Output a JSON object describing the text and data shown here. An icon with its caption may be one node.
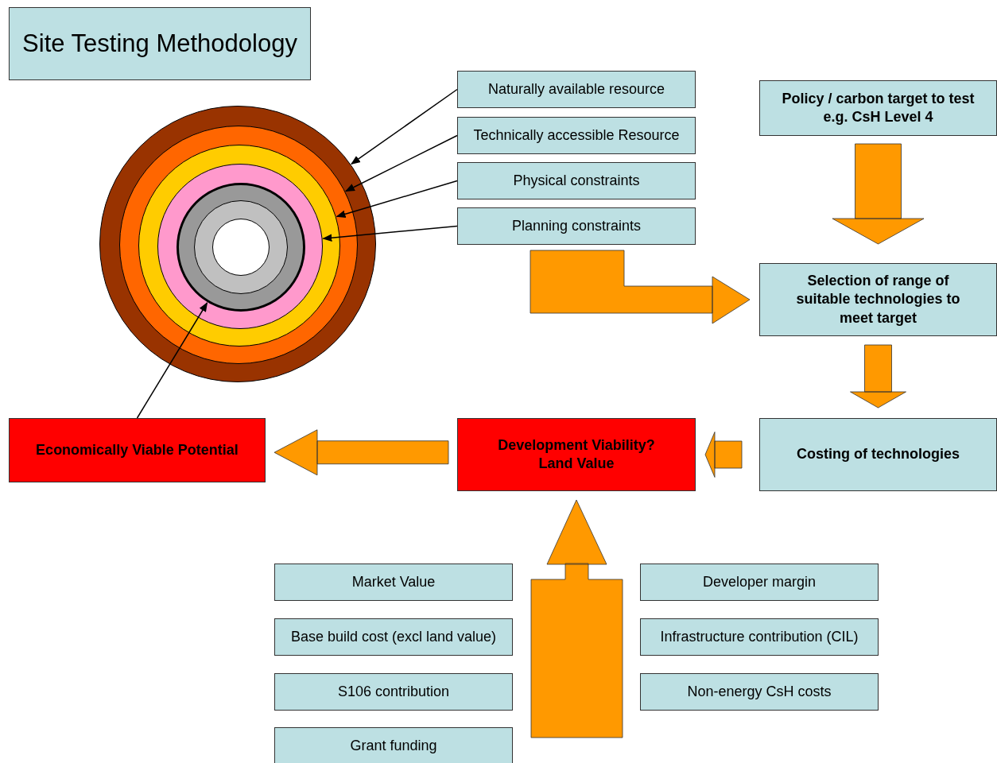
{
  "diagram": {
    "title": "Site Testing Methodology",
    "nodes": [
      {
        "text": [
          "Naturally available resource"
        ]
      },
      {
        "text": [
          "Technically accessible Resource"
        ]
      },
      {
        "text": [
          "Physical constraints"
        ]
      },
      {
        "text": [
          "Planning constraints"
        ]
      },
      {
        "text": [],
        "shape": "circle"
      },
      {
        "text": [],
        "shape": "circle",
        "in": 4
      },
      {
        "text": [],
        "shape": "circle",
        "in": 5
      },
      {
        "text": [],
        "shape": "circle",
        "in": 6
      },
      {
        "text": [],
        "shape": "circle",
        "in": 7
      },
      {
        "text": [
          "Policy / carbon target to test e.g. CsH Level 4"
        ]
      },
      {
        "text": [
          "Selection of range of suitable technologies to meet target"
        ]
      },
      {
        "text": [
          "Economically Viable Potential"
        ]
      },
      {
        "text": [
          "Development Viability? Land Value"
        ]
      },
      {
        "text": [
          "Costing of technologies"
        ]
      },
      {
        "text": [
          "Market Value"
        ]
      },
      {
        "text": [
          "Developer margin"
        ]
      },
      {
        "text": [
          "Base build cost (excl land value)"
        ]
      },
      {
        "text": [
          "Infrastructure contribution (CIL)"
        ]
      },
      {
        "text": [
          "S106 contribution"
        ]
      },
      {
        "text": [
          "Non-energy CsH costs"
        ]
      },
      {
        "text": [
          "Grant funding"
        ]
      }
    ],
    "edges": [
      {
        "from": 0,
        "to": 4,
        "arrow": "to"
      },
      {
        "from": 1,
        "to": 5,
        "arrow": "to"
      },
      {
        "from": 2,
        "to": 6,
        "arrow": "to"
      },
      {
        "from": 3,
        "to": 7,
        "arrow": "to"
      },
      {
        "from": 11,
        "to": 8,
        "arrow": "to"
      },
      {
        "from": 9,
        "to": 10,
        "arrow": "to",
        "style": "thick",
        "color": "#ff9900"
      },
      {
        "from": null,
        "to": 10,
        "arrow": "to",
        "style": "thick",
        "color": "#ff9900"
      },
      {
        "from": 10,
        "to": 13,
        "arrow": "to",
        "style": "thick",
        "color": "#ff9900"
      },
      {
        "from": 13,
        "to": 12,
        "arrow": "to",
        "style": "thick",
        "color": "#ff9900"
      },
      {
        "from": 12,
        "to": 11,
        "arrow": "to",
        "style": "thick",
        "color": "#ff9900"
      },
      {
        "from": null,
        "to": 12,
        "arrow": "to",
        "style": "thick",
        "color": "#ff9900"
      }
    ]
  }
}
